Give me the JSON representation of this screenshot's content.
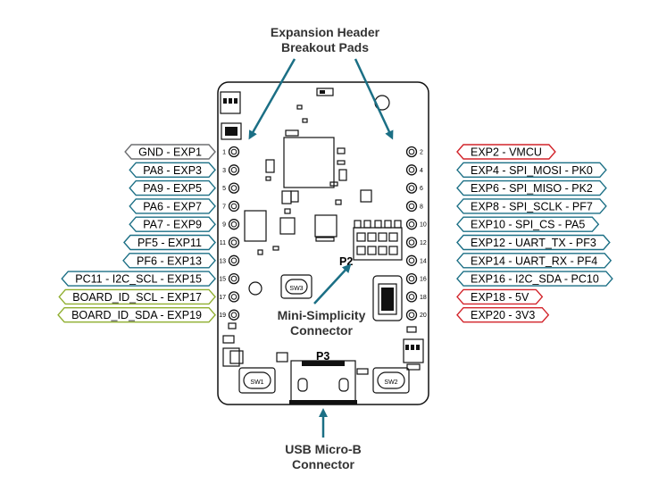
{
  "colors": {
    "teal": "#1b6f85",
    "red": "#d2232a",
    "gray": "#6d6e71",
    "olive": "#8fae2f",
    "callout": "#333333"
  },
  "callouts": {
    "expansion_header_line1": "Expansion Header",
    "expansion_header_line2": "Breakout Pads",
    "mini_simplicity_line1": "Mini-Simplicity",
    "mini_simplicity_line2": "Connector",
    "usb_line1": "USB Micro-B",
    "usb_line2": "Connector"
  },
  "board_labels": {
    "p2": "P2",
    "p3": "P3",
    "sw1": "SW1",
    "sw2": "SW2",
    "sw3": "SW3"
  },
  "left_pins": [
    {
      "num": "1",
      "label": "GND - EXP1",
      "color": "gray"
    },
    {
      "num": "3",
      "label": "PA8 - EXP3",
      "color": "teal"
    },
    {
      "num": "5",
      "label": "PA9 - EXP5",
      "color": "teal"
    },
    {
      "num": "7",
      "label": "PA6 - EXP7",
      "color": "teal"
    },
    {
      "num": "9",
      "label": "PA7 - EXP9",
      "color": "teal"
    },
    {
      "num": "11",
      "label": "PF5 - EXP11",
      "color": "teal"
    },
    {
      "num": "13",
      "label": "PF6 - EXP13",
      "color": "teal"
    },
    {
      "num": "15",
      "label": "PC11 - I2C_SCL - EXP15",
      "color": "teal"
    },
    {
      "num": "17",
      "label": "BOARD_ID_SCL - EXP17",
      "color": "olive"
    },
    {
      "num": "19",
      "label": "BOARD_ID_SDA - EXP19",
      "color": "olive"
    }
  ],
  "right_pins": [
    {
      "num": "2",
      "label": "EXP2 - VMCU",
      "color": "red"
    },
    {
      "num": "4",
      "label": "EXP4 - SPI_MOSI - PK0",
      "color": "teal"
    },
    {
      "num": "6",
      "label": "EXP6 - SPI_MISO - PK2",
      "color": "teal"
    },
    {
      "num": "8",
      "label": "EXP8 - SPI_SCLK - PF7",
      "color": "teal"
    },
    {
      "num": "10",
      "label": "EXP10 - SPI_CS - PA5",
      "color": "teal"
    },
    {
      "num": "12",
      "label": "EXP12 - UART_TX - PF3",
      "color": "teal"
    },
    {
      "num": "14",
      "label": "EXP14 - UART_RX - PF4",
      "color": "teal"
    },
    {
      "num": "16",
      "label": "EXP16 - I2C_SDA - PC10",
      "color": "teal"
    },
    {
      "num": "18",
      "label": "EXP18 - 5V",
      "color": "red"
    },
    {
      "num": "20",
      "label": "EXP20 - 3V3",
      "color": "red"
    }
  ]
}
